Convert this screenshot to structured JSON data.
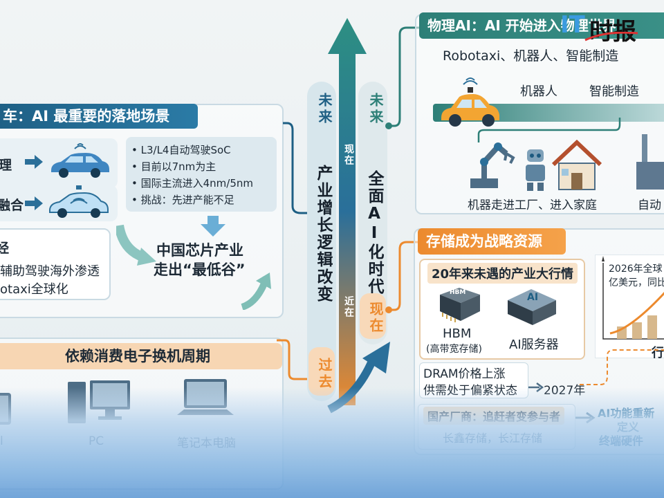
{
  "watermark": {
    "text": "时报",
    "prefix": "IT"
  },
  "left_top": {
    "title": "车：AI 最重要的落地场景",
    "items": [
      "理",
      "融合",
      "经"
    ],
    "text_lines": [
      "辅助驾驶海外渗透",
      "otaxi全球化"
    ],
    "bullets": [
      "L3/L4自动驾驶SoC",
      "目前以7nm为主",
      "国际主流进入4nm/5nm",
      "挑战：先进产能不足"
    ],
    "china_chip": [
      "中国芯片产业",
      "走出“最低谷”"
    ]
  },
  "left_bottom": {
    "title": "依赖消费电子换机周期",
    "devices": [
      "l",
      "PC",
      "笔记本电脑"
    ]
  },
  "center": {
    "arrow_left_top": "未来",
    "arrow_left_main": "产业增长逻辑改变",
    "arrow_left_bottom": "过去",
    "arrow_right_top": "未来",
    "arrow_right_main": "全面AI化时代",
    "arrow_right_bottom": "现在",
    "small_now": "现在",
    "small_near": "近在"
  },
  "right_top": {
    "title": "物理AI：AI 开始进入物理世界",
    "subtitle": "Robotaxi、机器人、智能制造",
    "road_labels": [
      "机器人",
      "智能制造"
    ],
    "captions": [
      "机器走进工厂、进入家庭",
      "自动"
    ]
  },
  "right_bottom": {
    "title": "存储成为战略资源",
    "market_title": "20年来未遇的产业大行情",
    "chips": [
      {
        "name": "HBM",
        "sub": "(高带宽存储)",
        "chip_mark": "HBM"
      },
      {
        "name": "AI服务器",
        "sub": "",
        "chip_mark": "AI"
      }
    ],
    "chart_note": [
      "2026年全球",
      "亿美元，同比"
    ],
    "right_cut": "行",
    "dram_lines": [
      "DRAM价格上涨",
      "供需处于偏紧状态"
    ],
    "dram_year": "2027年",
    "domestic_title": "国产厂商：追赶者变参与者",
    "domestic_names": "长鑫存储，长江存储",
    "ai_feature": [
      "AI功能重新",
      "定义",
      "终端硬件"
    ]
  },
  "colors": {
    "teal": "#2d7f77",
    "blue": "#1e5f84",
    "orange": "#ec8a2e"
  }
}
